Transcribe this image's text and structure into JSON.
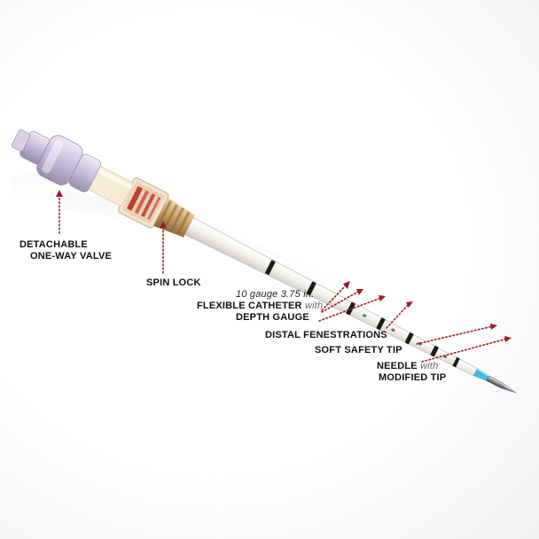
{
  "labels": {
    "valve_line1": "DETACHABLE",
    "valve_line2": "ONE-WAY VALVE",
    "spin_lock": "SPIN LOCK",
    "catheter_spec": "10 gauge 3.75 in.",
    "catheter_main": "FLEXIBLE CATHETER",
    "catheter_with": "with",
    "catheter_line3": "DEPTH GAUGE",
    "fenestrations": "DISTAL FENESTRATIONS",
    "safety_tip": "SOFT SAFETY TIP",
    "needle_main": "NEEDLE",
    "needle_with": "with",
    "needle_line2": "MODIFIED TIP"
  },
  "colors": {
    "leader": "#9b1c22",
    "hub_clear": "#cfc6df",
    "spin_lock_amber": "#c79c62",
    "spin_lock_red": "#b5302a",
    "catheter": "#f4f2ee",
    "gauge_band": "#1a1a1a",
    "safety_tip_blue": "#4cb6e6",
    "needle_steel": "#8b8f95"
  }
}
